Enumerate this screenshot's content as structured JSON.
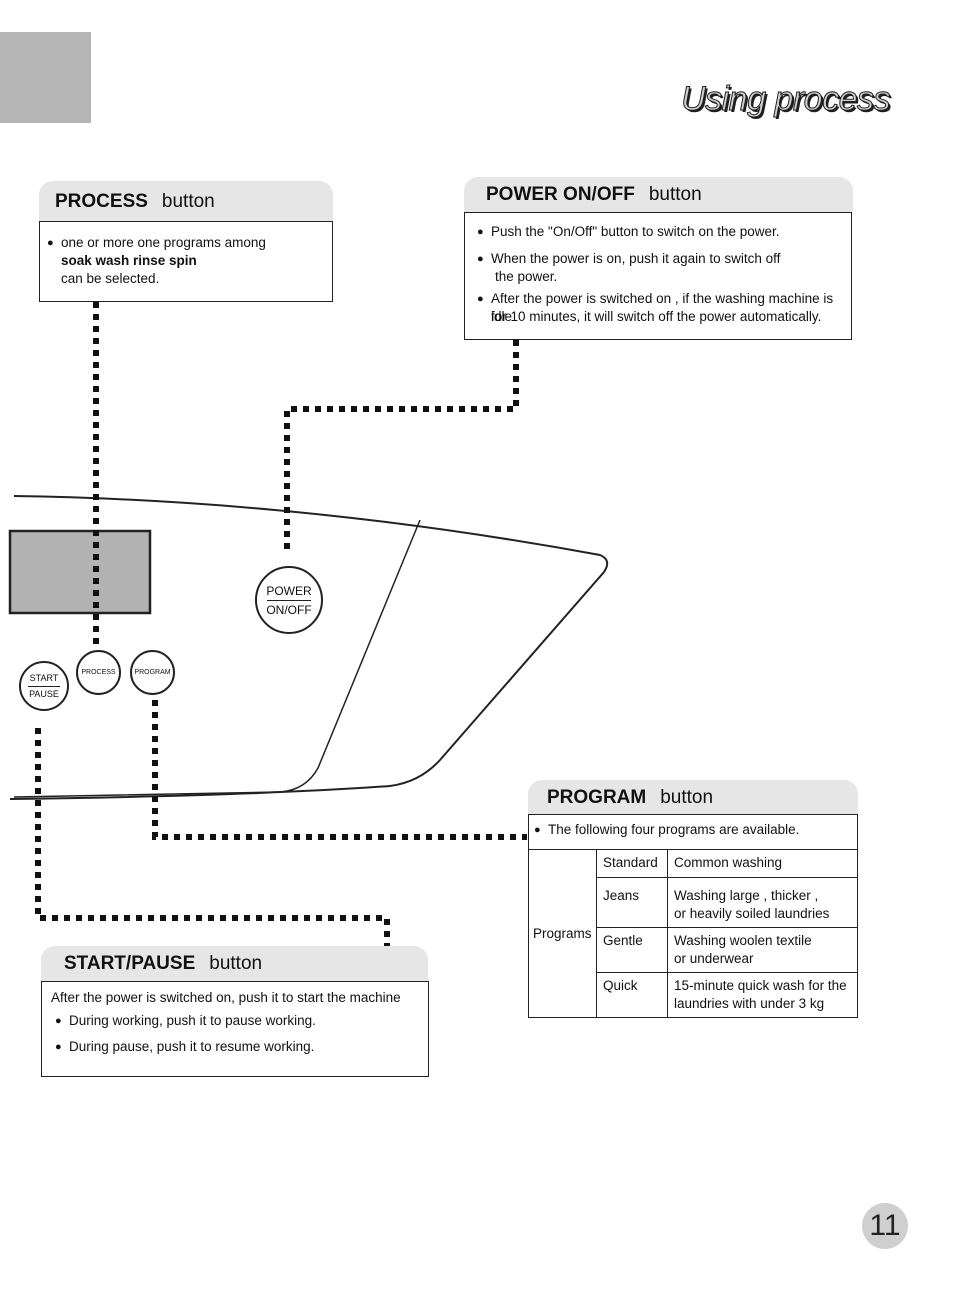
{
  "header": {
    "title": "Using process",
    "page_number": "11"
  },
  "panel_buttons": {
    "power_top": "POWER",
    "power_bottom": "ON/OFF",
    "start_top": "START",
    "start_bottom": "PAUSE",
    "process": "PROCESS",
    "program": "PROGRAM"
  },
  "process_section": {
    "title_bold": "PROCESS",
    "title_rest": "button",
    "line1": "one or more one programs among",
    "line2": "soak  wash  rinse  spin",
    "line3": "can be selected."
  },
  "power_section": {
    "title_bold": "POWER ON/OFF",
    "title_rest": "button",
    "bullet1": "Push the \"On/Off\" button to switch on the power.",
    "bullet2_l1": "When the power is on, push it again to switch off",
    "bullet2_l2": "the power.",
    "bullet3_l1": "After the power is switched on , if the washing machine is idle",
    "bullet3_l2": "for  10 minutes, it will switch off the power automatically."
  },
  "program_section": {
    "title_bold": "PROGRAM",
    "title_rest": "button",
    "intro": "The following four programs are available.",
    "row_label": "Programs",
    "rows": [
      {
        "name": "Standard",
        "desc_l1": "Common washing",
        "desc_l2": ""
      },
      {
        "name": "Jeans",
        "desc_l1": "Washing large , thicker ,",
        "desc_l2": "or heavily soiled laundries"
      },
      {
        "name": "Gentle",
        "desc_l1": "Washing woolen textile",
        "desc_l2": "or underwear"
      },
      {
        "name": "Quick",
        "desc_l1": "15-minute quick wash for the",
        "desc_l2": "laundries with under 3 kg"
      }
    ]
  },
  "start_section": {
    "title_bold": "START/PAUSE",
    "title_rest": "button",
    "line1": "After the power is switched on, push it to start the machine",
    "bullet1": "During working, push it to pause working.",
    "bullet2": "During pause, push it to resume working."
  }
}
